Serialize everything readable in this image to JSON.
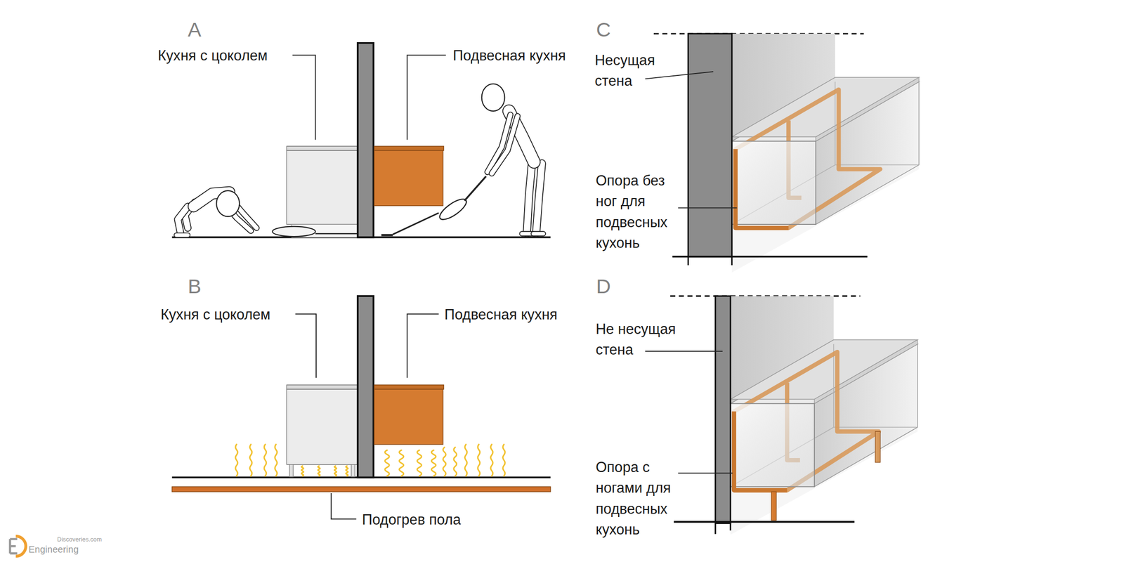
{
  "diagram": {
    "labels": [
      "A",
      "Кухня с цоколем",
      "Подвесная кухня",
      "B",
      "Кухня с цоколем",
      "Подвесная кухня",
      "Подогрев пола",
      "C",
      "Несущая стена",
      "Опора без ног для подвесных кухонь",
      "D",
      "Не несущая стена",
      "Опора с ногами для подвесных кухонь",
      "Discoveries.com",
      "Engineering"
    ]
  }
}
